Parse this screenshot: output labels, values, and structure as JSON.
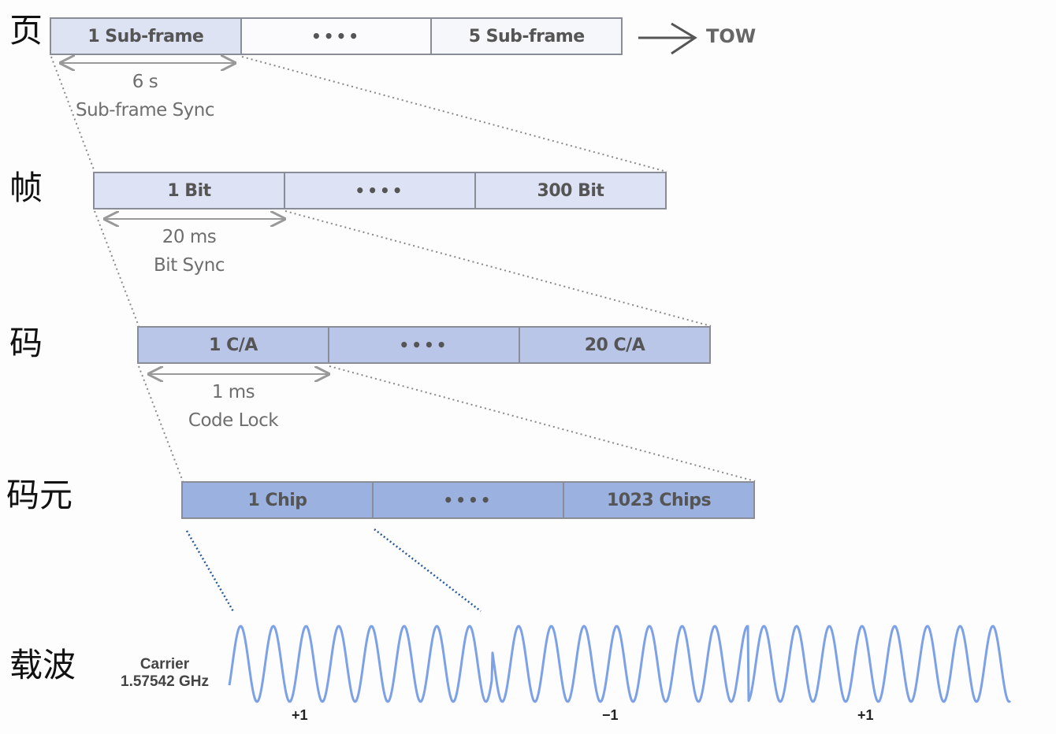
{
  "levels": [
    {
      "label": "页",
      "segments": [
        "1 Sub-frame",
        "••••",
        "5 Sub-frame"
      ],
      "fill": "#dde3f3",
      "dim_value": "6 s",
      "dim_caption": "Sub-frame Sync"
    },
    {
      "label": "帧",
      "segments": [
        "1 Bit",
        "••••",
        "300 Bit"
      ],
      "fill": "#dde3f4",
      "dim_value": "20 ms",
      "dim_caption": "Bit Sync"
    },
    {
      "label": "码",
      "segments": [
        "1 C/A",
        "••••",
        "20 C/A"
      ],
      "fill": "#b9c6e8",
      "dim_value": "1 ms",
      "dim_caption": "Code Lock"
    },
    {
      "label": "码元",
      "segments": [
        "1 Chip",
        "••••",
        "1023 Chips"
      ],
      "fill": "#9bb1df"
    }
  ],
  "tow_label": "TOW",
  "carrier": {
    "level_label": "载波",
    "name": "Carrier",
    "frequency": "1.57542 GHz",
    "color": "#6f97e3",
    "signs": [
      "+1",
      "−1",
      "+1"
    ]
  },
  "colors": {
    "border": "#8a8d95",
    "text": "#555555",
    "dotted": "#888888",
    "blue_dotted": "#2a5a9a"
  }
}
